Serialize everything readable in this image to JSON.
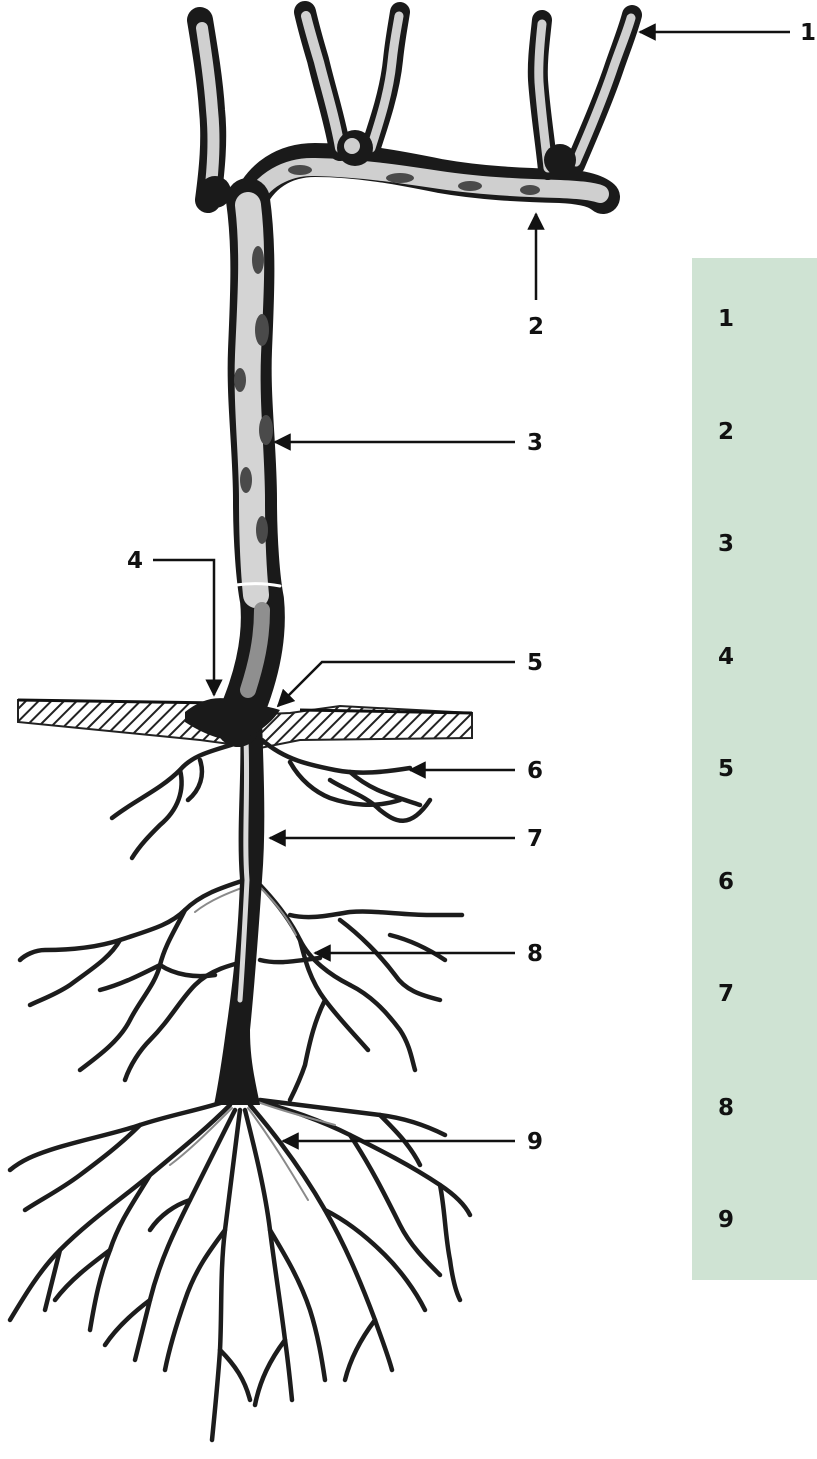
{
  "callouts": [
    {
      "number": "1",
      "target": "shoot-tip"
    },
    {
      "number": "2",
      "target": "cordon-arm"
    },
    {
      "number": "3",
      "target": "trunk"
    },
    {
      "number": "4",
      "target": "graft-union"
    },
    {
      "number": "5",
      "target": "ground-level"
    },
    {
      "number": "6",
      "target": "surface-roots"
    },
    {
      "number": "7",
      "target": "rootstock-shank"
    },
    {
      "number": "8",
      "target": "lateral-roots"
    },
    {
      "number": "9",
      "target": "fine-root-system"
    }
  ],
  "answer_panel": {
    "color": "#cfe3d3",
    "rows": [
      "1",
      "2",
      "3",
      "4",
      "5",
      "6",
      "7",
      "8",
      "9"
    ]
  }
}
